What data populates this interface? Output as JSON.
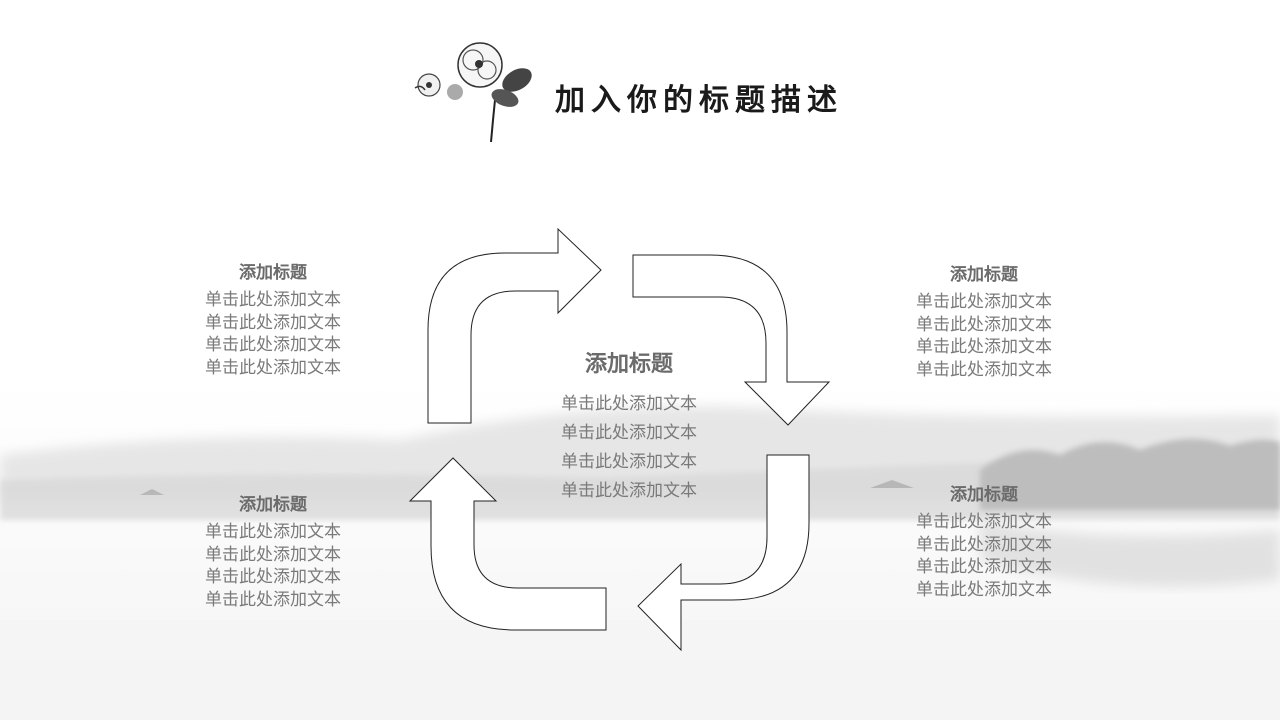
{
  "slide": {
    "title": "加入你的标题描述"
  },
  "blocks": {
    "top_left": {
      "heading": "添加标题",
      "lines": [
        "单击此处添加文本",
        "单击此处添加文本",
        "单击此处添加文本",
        "单击此处添加文本"
      ]
    },
    "bottom_left": {
      "heading": "添加标题",
      "lines": [
        "单击此处添加文本",
        "单击此处添加文本",
        "单击此处添加文本",
        "单击此处添加文本"
      ]
    },
    "top_right": {
      "heading": "添加标题",
      "lines": [
        "单击此处添加文本",
        "单击此处添加文本",
        "单击此处添加文本",
        "单击此处添加文本"
      ]
    },
    "bottom_right": {
      "heading": "添加标题",
      "lines": [
        "单击此处添加文本",
        "单击此处添加文本",
        "单击此处添加文本",
        "单击此处添加文本"
      ]
    },
    "center": {
      "heading": "添加标题",
      "lines": [
        "单击此处添加文本",
        "单击此处添加文本",
        "单击此处添加文本",
        "单击此处添加文本"
      ]
    }
  },
  "icons": {
    "header_decoration": "ink-flower-icon"
  },
  "colors": {
    "heading": "#6b6b6b",
    "body_text": "#7a7a7a",
    "arrow_stroke": "#222222",
    "title": "#1a1a1a"
  }
}
